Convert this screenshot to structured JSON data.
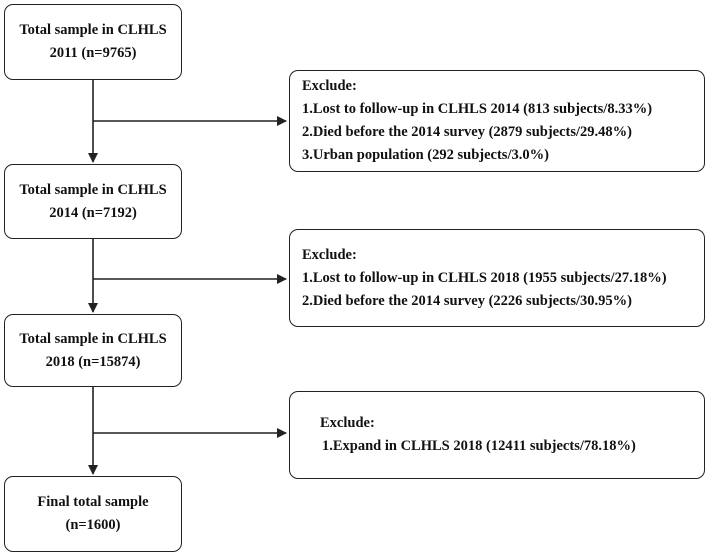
{
  "main_boxes": [
    {
      "lines": [
        "Total sample in CLHLS",
        "2011 (n=9765)"
      ]
    },
    {
      "lines": [
        "Total sample in CLHLS",
        "2014 (n=7192)"
      ]
    },
    {
      "lines": [
        "Total sample in CLHLS",
        "2018 (n=15874)"
      ]
    },
    {
      "lines": [
        "Final total sample",
        "(n=1600)"
      ]
    }
  ],
  "exclusion_boxes": [
    {
      "heading": "Exclude:",
      "items": [
        "1.Lost to follow-up in CLHLS 2014 (813 subjects/8.33%)",
        "2.Died before the 2014 survey (2879 subjects/29.48%)",
        "3.Urban population (292 subjects/3.0%)"
      ]
    },
    {
      "heading": "Exclude:",
      "items": [
        "1.Lost to follow-up in CLHLS 2018 (1955 subjects/27.18%)",
        "2.Died before the 2014 survey (2226 subjects/30.95%)"
      ]
    },
    {
      "heading": "Exclude:",
      "items": [
        "1.Expand in CLHLS 2018 (12411 subjects/78.18%)"
      ]
    }
  ],
  "colors": {
    "line": "#222222",
    "background": "#ffffff",
    "text": "#111111"
  }
}
